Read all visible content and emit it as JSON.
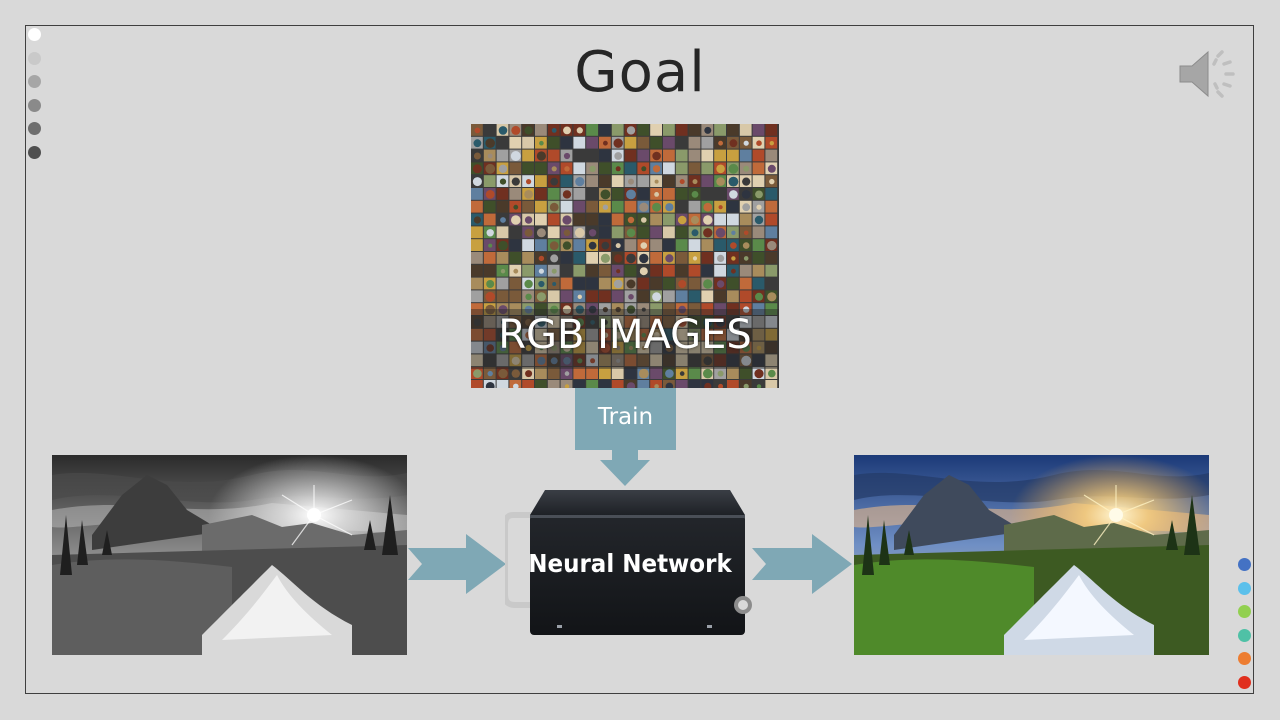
{
  "slide": {
    "title": "Goal",
    "mosaic_label": "RGB IMAGES",
    "train_label": "Train",
    "network_label": "Neural Network"
  },
  "decor": {
    "left_dots": [
      "#ffffff",
      "#c9c9c9",
      "#a6a6a6",
      "#8a8a8a",
      "#6e6e6e",
      "#4f4f4f"
    ],
    "right_dots": [
      "#4472c4",
      "#5bc0eb",
      "#92d050",
      "#4fc1a6",
      "#ed7d31",
      "#e0301e"
    ],
    "accent": "#7fa8b5",
    "icons": [
      "speaker-icon"
    ]
  }
}
